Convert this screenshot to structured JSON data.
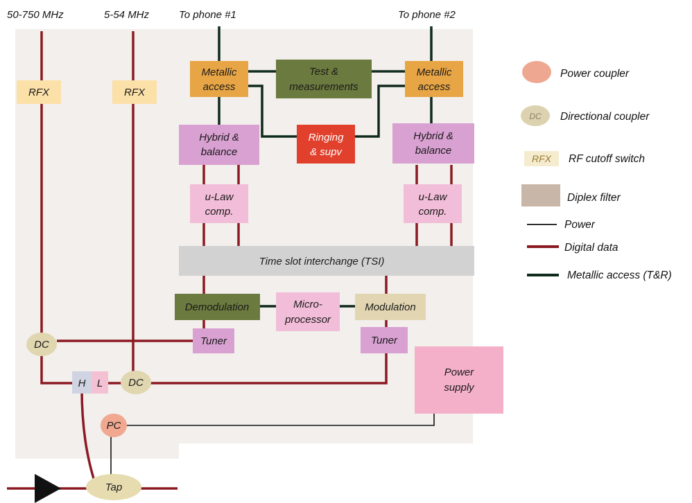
{
  "top_labels": {
    "band_high": "50-750 MHz",
    "band_low": "5-54 MHz",
    "phone1": "To phone #1",
    "phone2": "To phone #2"
  },
  "blocks": {
    "rfx_left": "RFX",
    "rfx_right": "RFX",
    "metallic_left": [
      "Metallic",
      "access"
    ],
    "metallic_right": [
      "Metallic",
      "access"
    ],
    "test": [
      "Test &",
      "measurements"
    ],
    "ringing": [
      "Ringing",
      "& supv"
    ],
    "hybrid_left": [
      "Hybrid &",
      "balance"
    ],
    "hybrid_right": [
      "Hybrid &",
      "balance"
    ],
    "ulaw_left": [
      "u-Law",
      "comp."
    ],
    "ulaw_right": [
      "u-Law",
      "comp."
    ],
    "tsi": "Time slot interchange (TSI)",
    "demod": "Demodulation",
    "micro": [
      "Micro-",
      "processor"
    ],
    "mod": "Modulation",
    "tuner_left": "Tuner",
    "tuner_right": "Tuner",
    "power_supply": [
      "Power",
      "supply"
    ],
    "dc_left": "DC",
    "dc_right": "DC",
    "h": "H",
    "l": "L",
    "pc": "PC",
    "tap": "Tap"
  },
  "legend": {
    "power_coupler": "Power coupler",
    "directional_coupler": "Directional coupler",
    "rf_cutoff": "RF cutoff switch",
    "rf_cutoff_icon": "RFX",
    "dc_icon": "DC",
    "diplex": "Diplex filter",
    "power": "Power",
    "digital": "Digital data",
    "metallic": "Metallic access (T&R)"
  },
  "colors": {
    "digital": "#8b1a22",
    "metallic": "#0f2a1c",
    "power": "#111111",
    "background": "#f2efec",
    "metallic_box": "#e8a545",
    "test_box": "#6b7a3e",
    "ringing_box": "#e0402c",
    "hybrid_box": "#d9a0d2",
    "ulaw_box": "#f2bdd8",
    "tsi_box": "#d2d2d2",
    "demod_box": "#6b7a3e",
    "micro_box": "#f2bdd8",
    "mod_box": "#e2d6b2",
    "tuner_box": "#d9a0d2",
    "power_supply_box": "#f4b0c8",
    "rfx_box": "#fbe0a8",
    "dc_ellipse": "#e0d6b0",
    "pc_ellipse": "#f0a890",
    "tap_ellipse": "#e6dcb0",
    "h_box": "#d0d4e2",
    "l_box": "#f4c0d4"
  },
  "icons": {
    "amplifier": "amplifier-triangle-icon"
  }
}
